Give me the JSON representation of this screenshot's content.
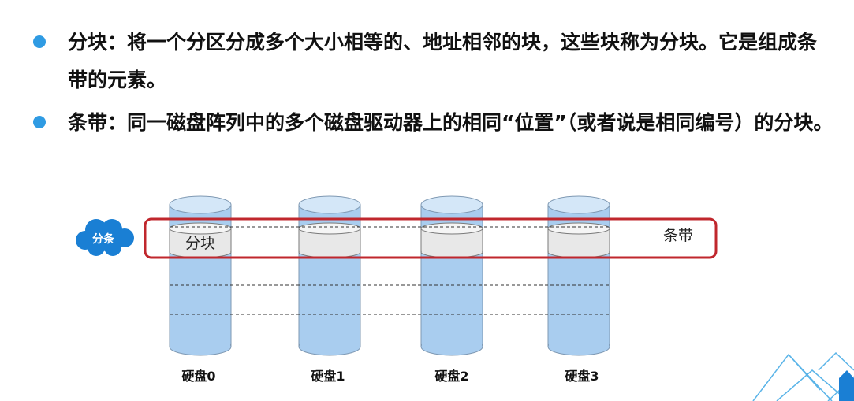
{
  "bullets": [
    {
      "text": "分块：将一个分区分成多个大小相等的、地址相邻的块，这些块称为分块。它是组成条带的元素。"
    },
    {
      "text": "条带：同一磁盘阵列中的多个磁盘驱动器上的相同“位置”（或者说是相同编号）的分块。"
    }
  ],
  "diagram": {
    "cloud_label": "分条",
    "block_label": "分块",
    "stripe_label": "条带",
    "disks": [
      {
        "label": "硬盘0"
      },
      {
        "label": "硬盘1"
      },
      {
        "label": "硬盘2"
      },
      {
        "label": "硬盘3"
      }
    ]
  },
  "colors": {
    "bullet": "#2f9be3",
    "cylinder_body": "#a9cdef",
    "cylinder_top": "#d4e7f8",
    "block_fill": "#e8e8e8",
    "stripe_border": "#c0272d",
    "cloud": "#1a7fd4",
    "deco_lines": "#5ab4e8"
  }
}
